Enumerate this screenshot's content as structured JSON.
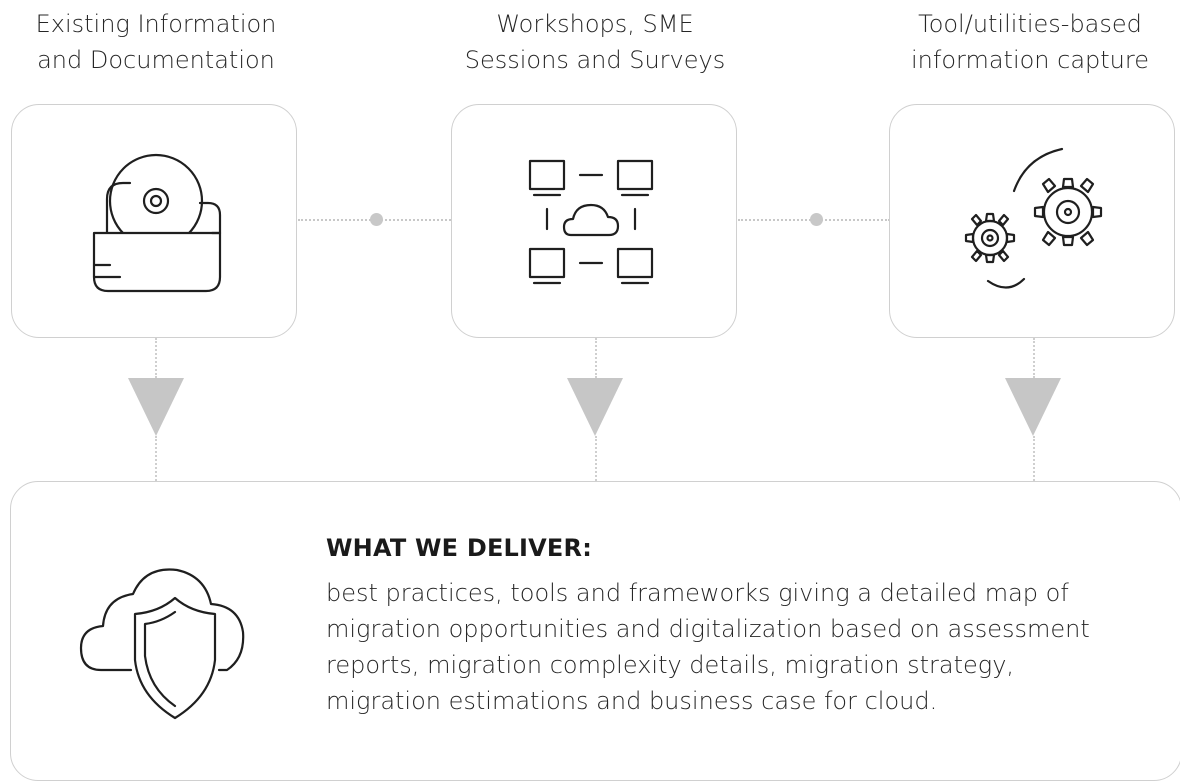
{
  "columns": [
    {
      "title": "Existing Information\nand Documentation",
      "icon": "disc-folder-icon"
    },
    {
      "title": "Workshops, SME\nSessions and Surveys",
      "icon": "network-cloud-icon"
    },
    {
      "title": "Tool/utilities-based\ninformation capture",
      "icon": "gears-icon"
    }
  ],
  "deliver": {
    "heading": "WHAT WE DELIVER:",
    "body": "best practices, tools and frameworks giving a detailed map of migration opportunities and digitalization based on assessment reports, migration complexity details, migration strategy, migration estimations and business case for cloud.",
    "icon": "cloud-shield-icon"
  },
  "colors": {
    "card_border": "#d0d0d0",
    "arrow": "#c6c6c6",
    "icon_stroke": "#1f1f1f"
  }
}
